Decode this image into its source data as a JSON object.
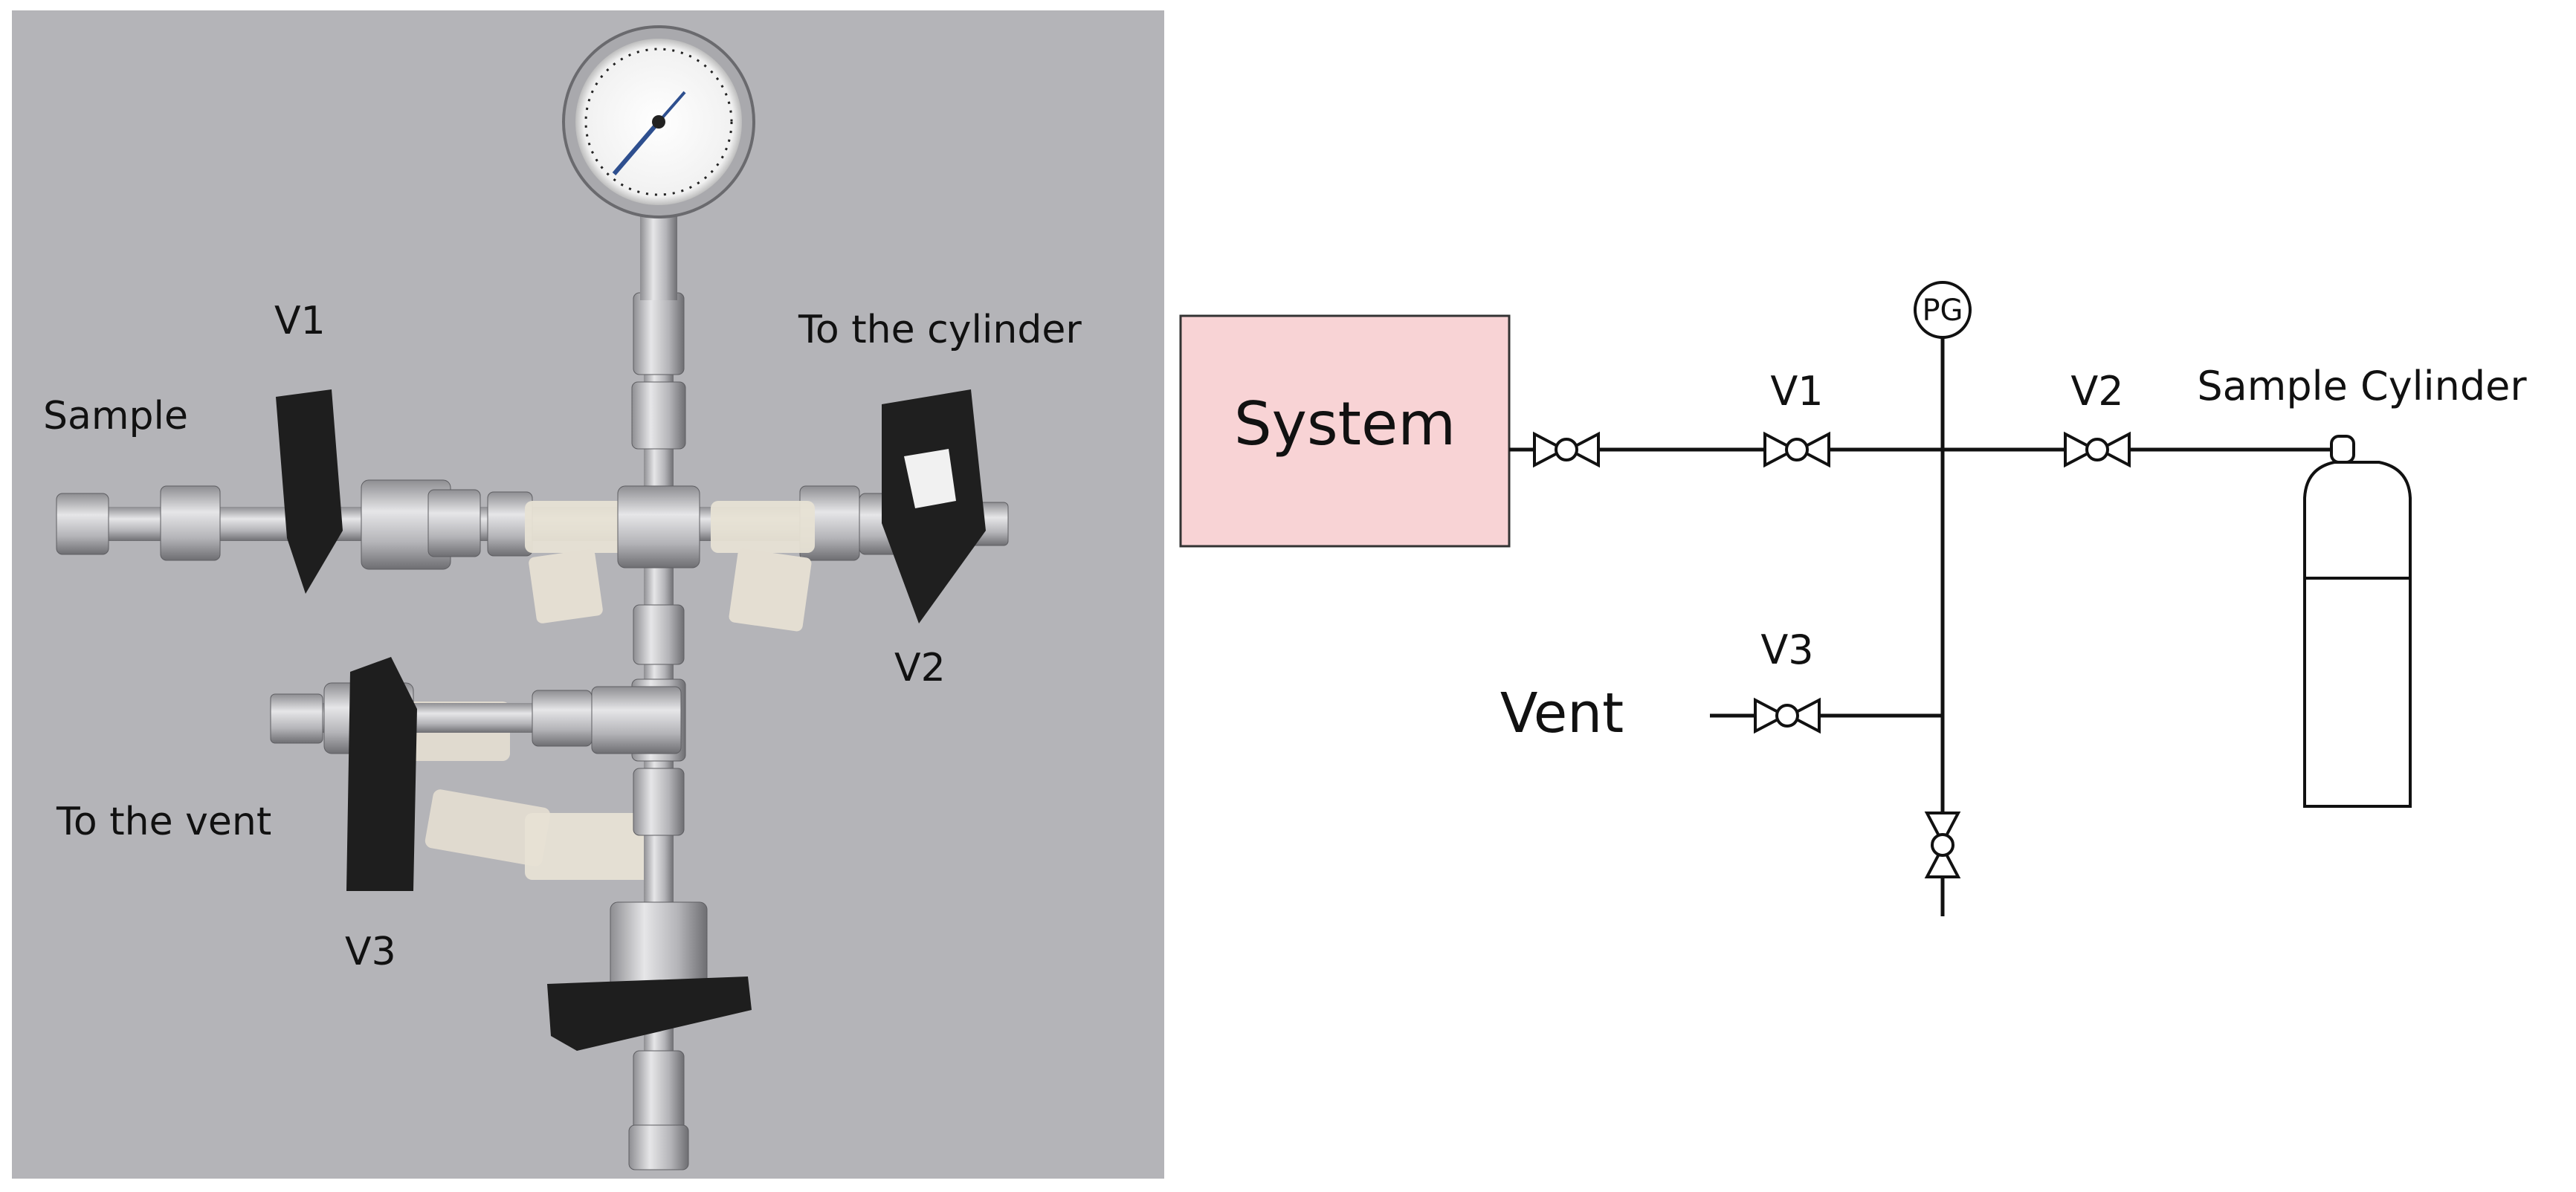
{
  "photo": {
    "labels": {
      "v1": "V1",
      "sample": "Sample",
      "to_cylinder": "To the cylinder",
      "v2": "V2",
      "to_vent": "To the vent",
      "v3": "V3"
    },
    "colors": {
      "background": "#b9b8bc",
      "steel": "#c9c9cb",
      "handle": "#1e1e1e",
      "tape": "#e4ded2"
    }
  },
  "schematic": {
    "system_label": "System",
    "pressure_gauge": "PG",
    "v1": "V1",
    "v2": "V2",
    "v3": "V3",
    "vent": "Vent",
    "sample_cylinder": "Sample Cylinder",
    "colors": {
      "system_box": "#f8d3d5",
      "line": "#111111"
    }
  }
}
